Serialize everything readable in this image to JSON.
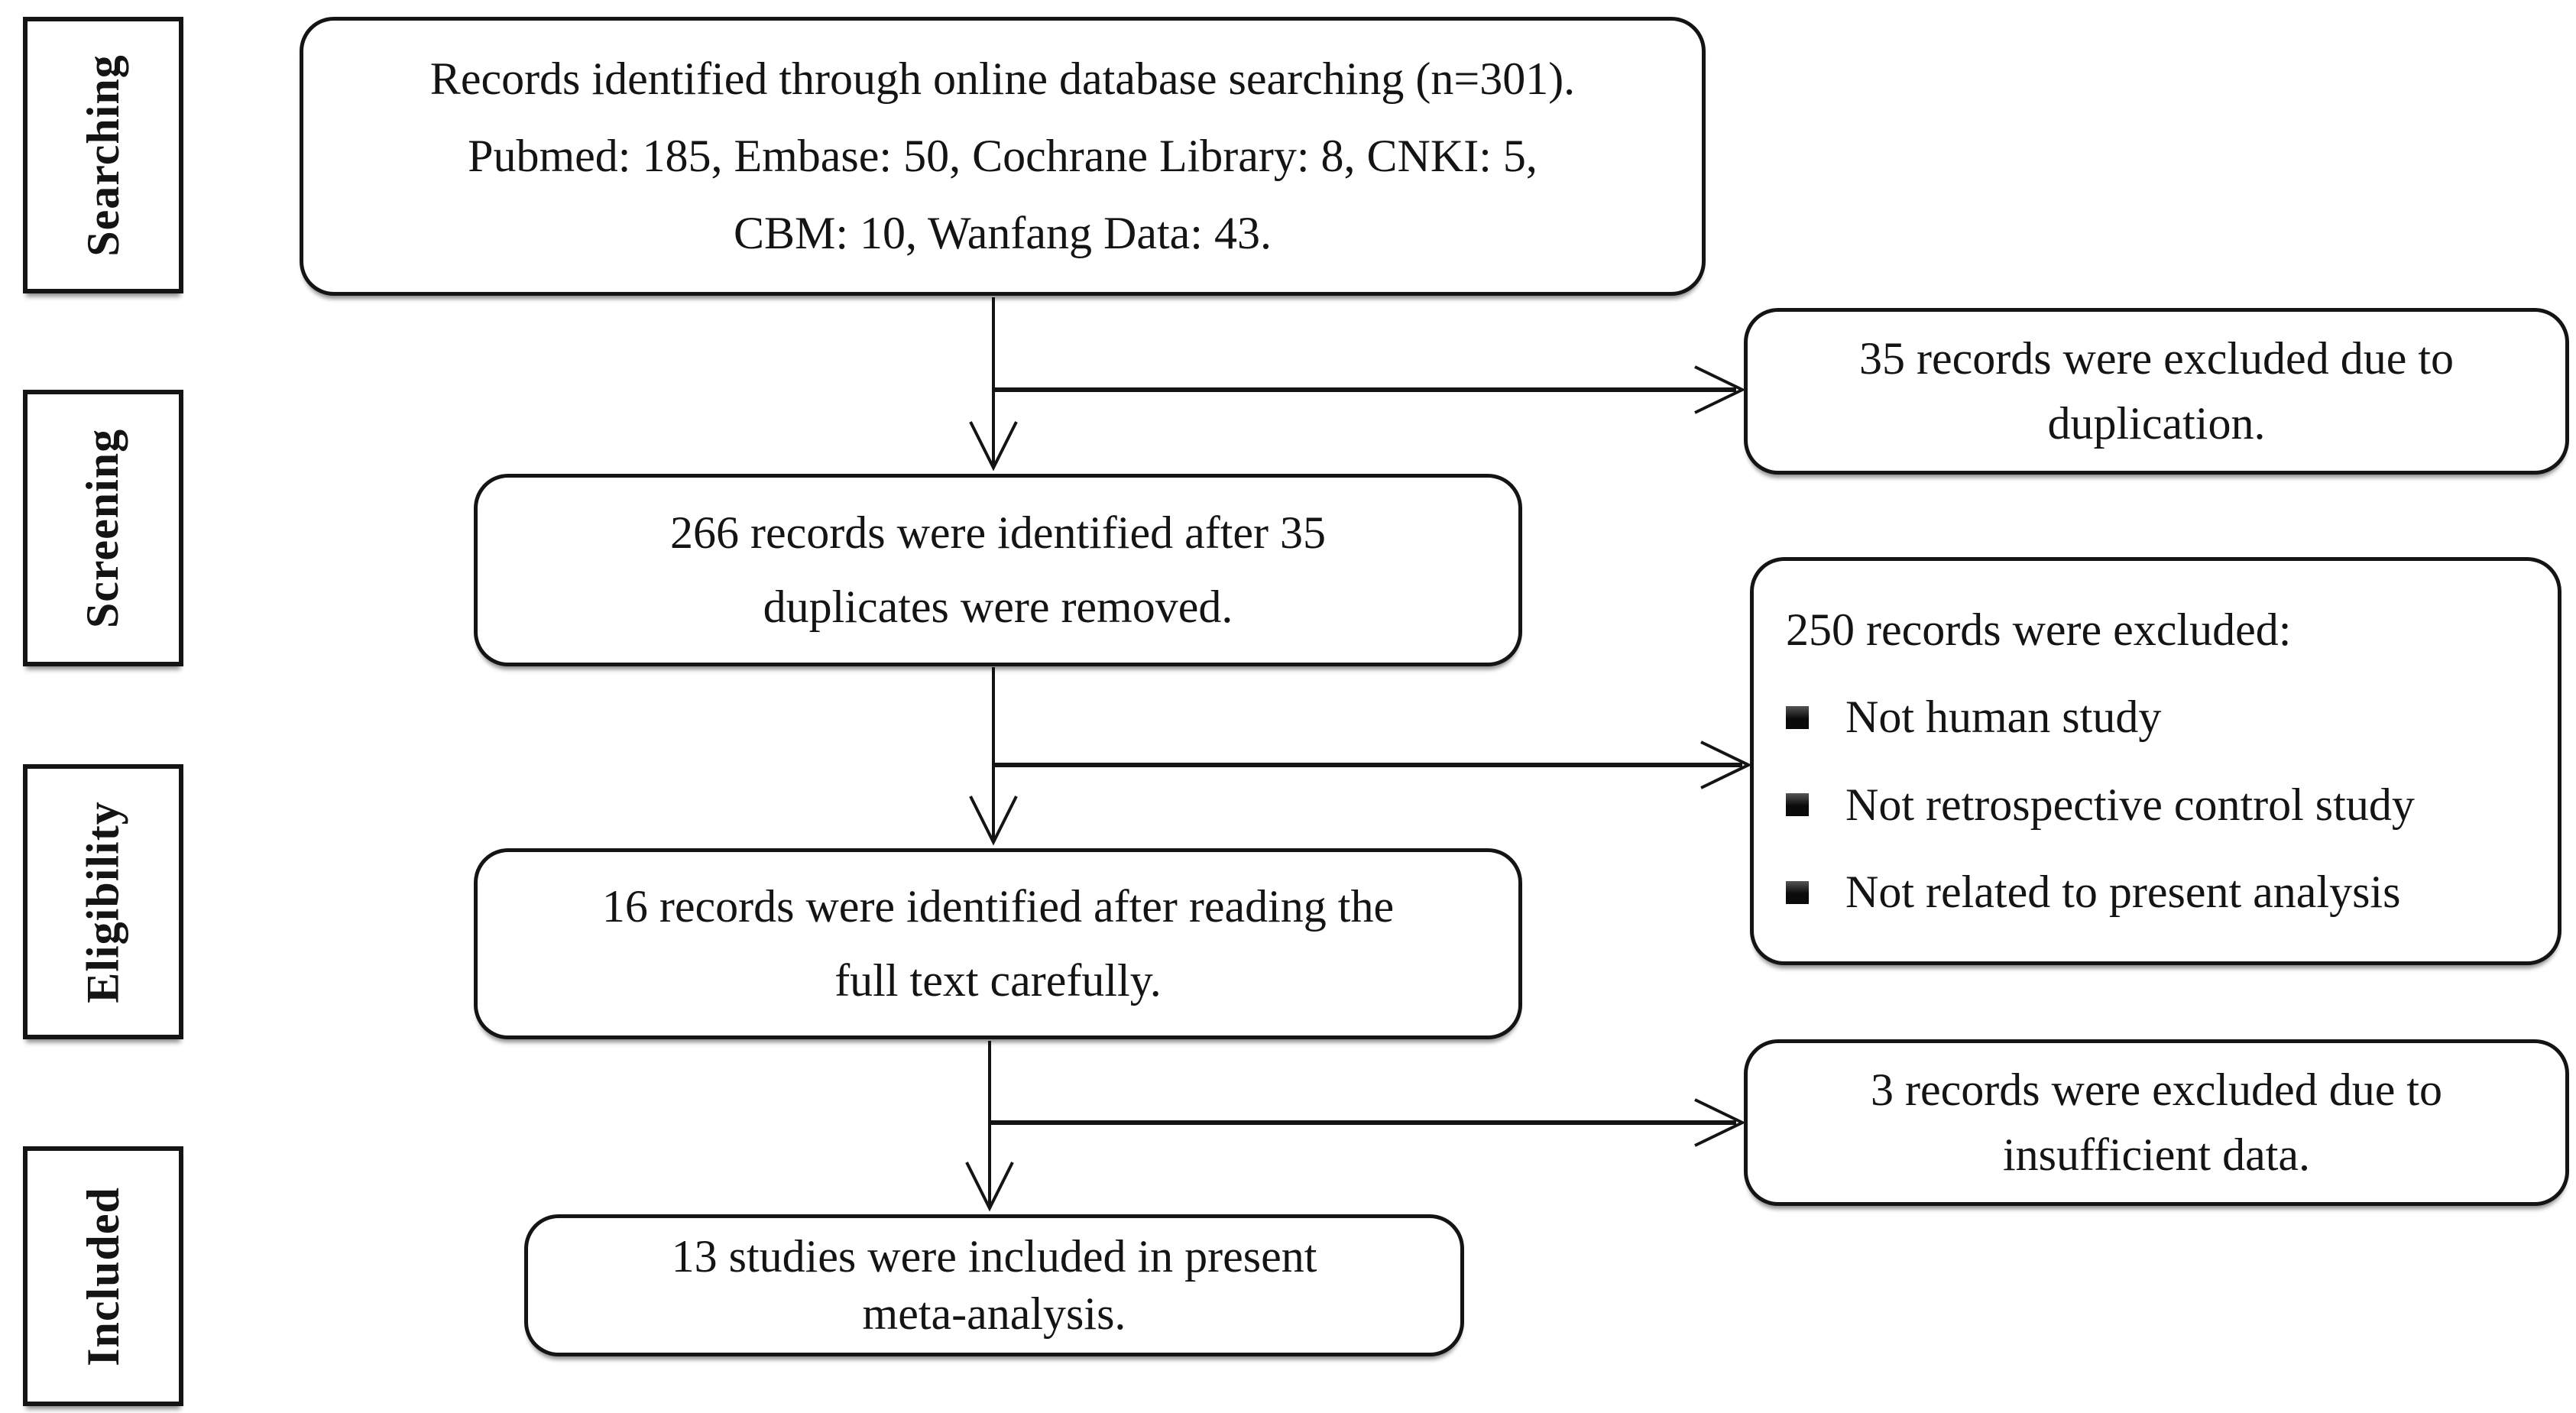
{
  "stages": [
    {
      "label": "Searching"
    },
    {
      "label": "Screening"
    },
    {
      "label": "Eligibility"
    },
    {
      "label": "Included"
    }
  ],
  "boxes": {
    "identification": {
      "line1": "Records identified through online database searching (n=301).",
      "line2": "Pubmed: 185, Embase: 50, Cochrane Library: 8, CNKI: 5,",
      "line3": "CBM: 10, Wanfang Data: 43."
    },
    "excluded_duplication": {
      "line1": "35 records were excluded due to",
      "line2": "duplication."
    },
    "after_dedup": {
      "line1": "266 records were identified after 35",
      "line2": "duplicates were removed."
    },
    "excluded_screening": {
      "title": "250 records were excluded:",
      "bullet1": "Not human study",
      "bullet2": "Not retrospective control study",
      "bullet3": "Not related to present analysis"
    },
    "fulltext": {
      "line1": "16 records were identified after reading the",
      "line2": "full text carefully."
    },
    "excluded_insufficient": {
      "line1": "3 records were excluded due to",
      "line2": "insufficient data."
    },
    "included": {
      "line1": "13 studies were included in present",
      "line2": "meta-analysis."
    }
  },
  "colors": {
    "ink": "#141414",
    "background": "#ffffff"
  }
}
